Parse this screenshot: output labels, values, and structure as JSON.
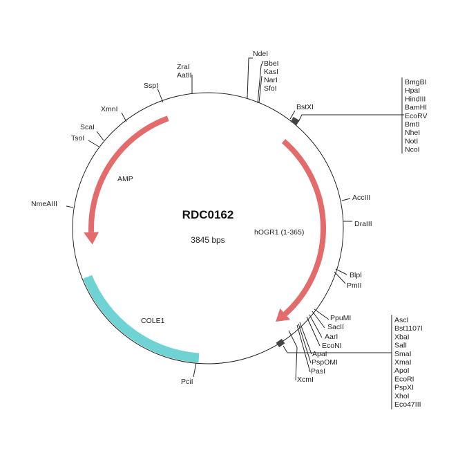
{
  "plasmid": {
    "name": "RDC0162",
    "size": "3845 bps"
  },
  "features": {
    "amp": {
      "label": "AMP",
      "color": "#e36b6b"
    },
    "hogr1": {
      "label": "hOGR1 (1-365)",
      "color": "#e36b6b"
    },
    "cole1": {
      "label": "COLE1",
      "color": "#6fd3d3"
    }
  },
  "sites": {
    "ndei": "NdeI",
    "bbei": "BbeI",
    "kasi": "KasI",
    "nari": "NarI",
    "sfoi": "SfoI",
    "zrai": "ZraI",
    "aatii": "AatII",
    "sspi": "SspI",
    "xmni": "XmnI",
    "scai": "ScaI",
    "tsoi": "TsoI",
    "nmeaiii": "NmeAIII",
    "bstxi": "BstXI",
    "acciii": "AccIII",
    "draiii": "DraIII",
    "blpi": "BlpI",
    "pmii": "PmII",
    "ppumi": "PpuMI",
    "sacii": "SacII",
    "aari": "AarI",
    "econi": "EcoNI",
    "apai": "ApaI",
    "pspomi": "PspOMI",
    "pasi": "PasI",
    "xcmi": "XcmI",
    "pcii": "PciI"
  },
  "mcs_top": [
    "BmgBI",
    "HpaI",
    "HindIII",
    "BamHI",
    "EcoRV",
    "BmtI",
    "NheI",
    "NotI",
    "NcoI"
  ],
  "mcs_bottom": [
    "AscI",
    "Bst1107I",
    "XbaI",
    "SalI",
    "SmaI",
    "XmaI",
    "ApoI",
    "EcoRI",
    "PspXI",
    "XhoI",
    "Eco47III"
  ]
}
